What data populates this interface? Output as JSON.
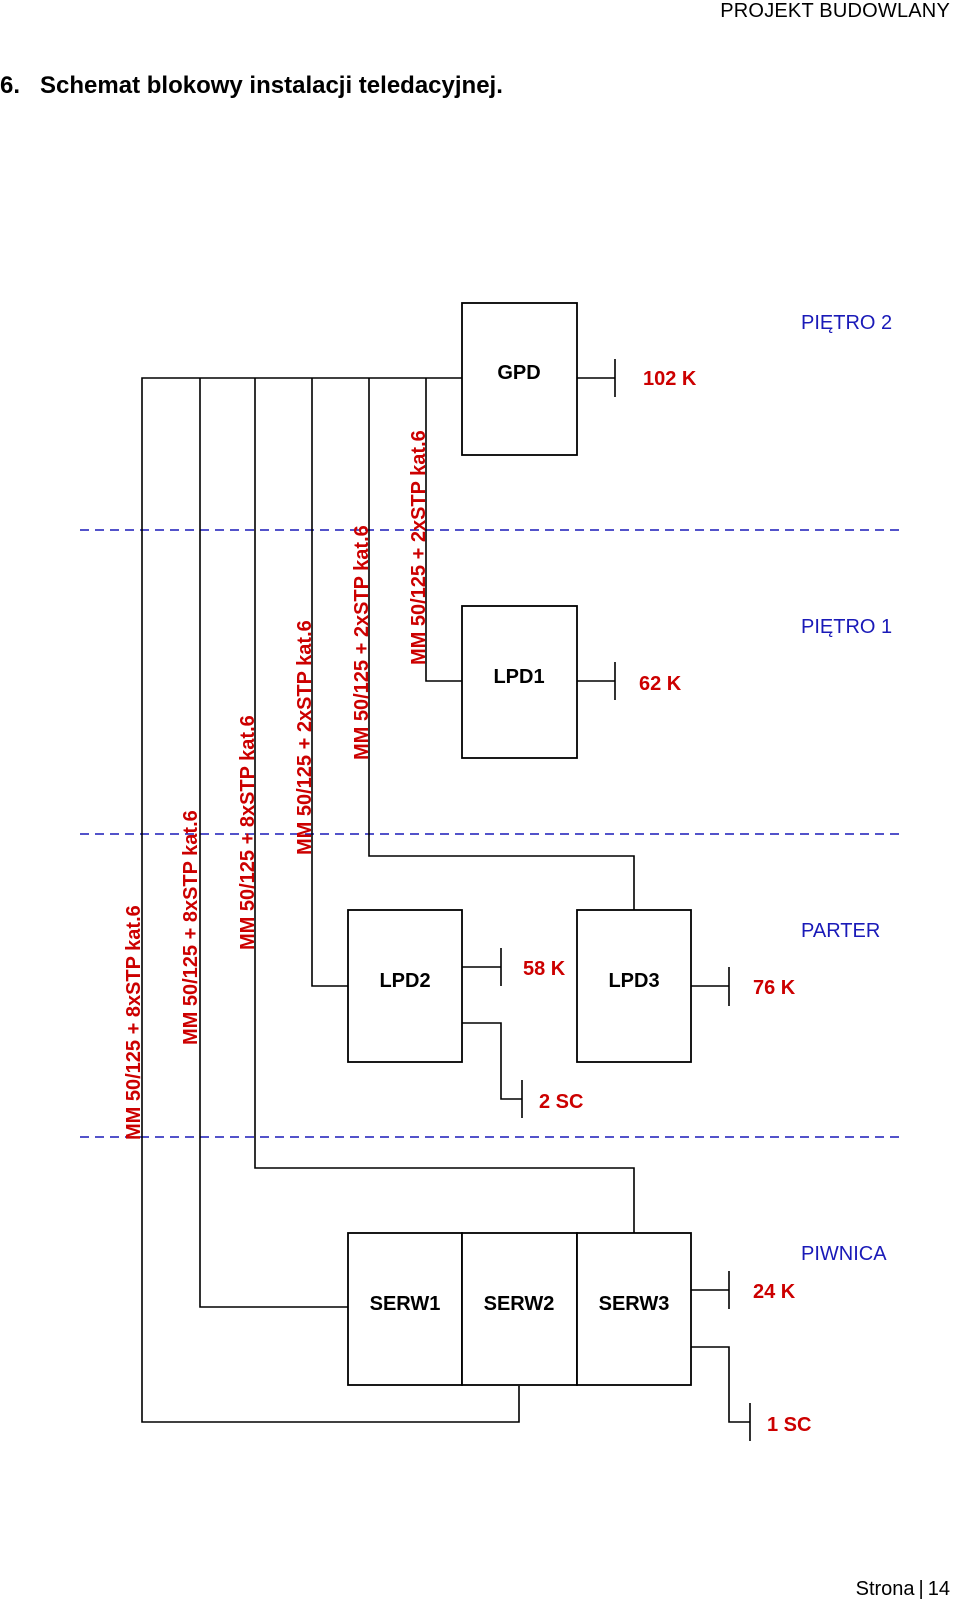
{
  "header": {
    "project": "PROJEKT BUDOWLANY"
  },
  "title": {
    "number": "6.",
    "text": "Schemat blokowy instalacji teledacyjnej."
  },
  "floors": {
    "pietro2": "PIĘTRO 2",
    "pietro1": "PIĘTRO 1",
    "parter": "PARTER",
    "piwnica": "PIWNICA"
  },
  "boxes": {
    "gpd": "GPD",
    "lpd1": "LPD1",
    "lpd2": "LPD2",
    "lpd3": "LPD3",
    "serw1": "SERW1",
    "serw2": "SERW2",
    "serw3": "SERW3"
  },
  "counts": {
    "gpd": "102 K",
    "lpd1": "62 K",
    "lpd2": "58 K",
    "lpd3": "76 K",
    "lpd2_sc": "2 SC",
    "serw": "24 K",
    "serw_sc": "1 SC"
  },
  "cables": [
    "MM 50/125 + 8xSTP kat.6",
    "MM 50/125 + 8xSTP kat.6",
    "MM 50/125 + 8xSTP kat.6",
    "MM 50/125 + 2xSTP kat.6",
    "MM 50/125 + 2xSTP kat.6",
    "MM 50/125 + 2xSTP kat.6"
  ],
  "footer": {
    "page_label": "Strona",
    "page_number": "14"
  },
  "colors": {
    "cable": "#cc0000",
    "floor": "#1a1ab8",
    "floor_line": "#1a1ab8",
    "lines": "#000000"
  }
}
